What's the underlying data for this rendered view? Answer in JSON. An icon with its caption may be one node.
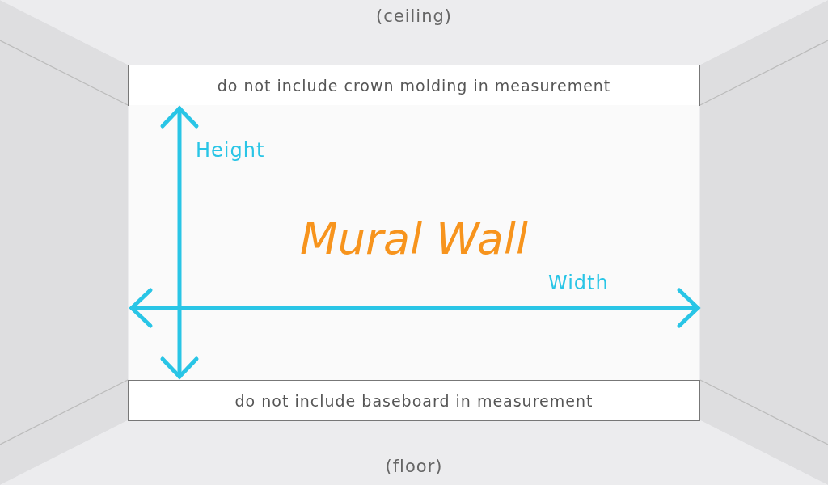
{
  "diagram": {
    "nodes": [
      {
        "text": [
          "do not include crown molding in measurement"
        ]
      },
      {
        "text": [
          "Mural Wall"
        ]
      },
      {
        "text": [
          "do not include baseboard in measurement"
        ]
      }
    ],
    "labels": [
      "(ceiling)",
      "Height",
      "Width",
      "(floor)"
    ]
  }
}
